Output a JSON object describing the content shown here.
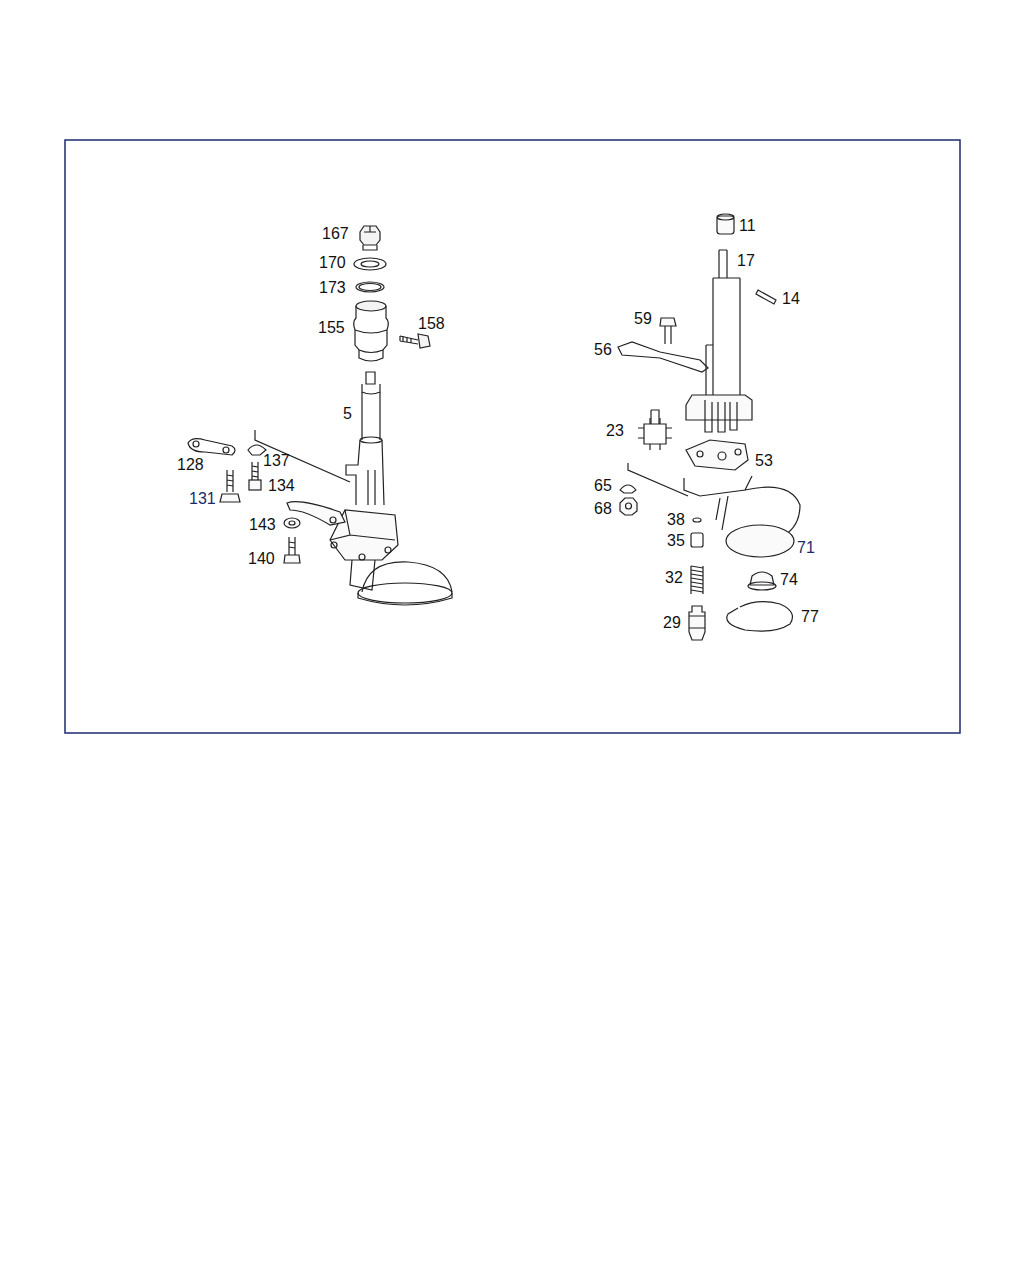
{
  "diagram": {
    "labels": [
      "167",
      "170",
      "173",
      "155",
      "158",
      "5",
      "128",
      "137",
      "131",
      "134",
      "143",
      "140",
      "11",
      "17",
      "14",
      "59",
      "56",
      "23",
      "53",
      "65",
      "68",
      "38",
      "35",
      "71",
      "32",
      "74",
      "29",
      "77"
    ]
  }
}
